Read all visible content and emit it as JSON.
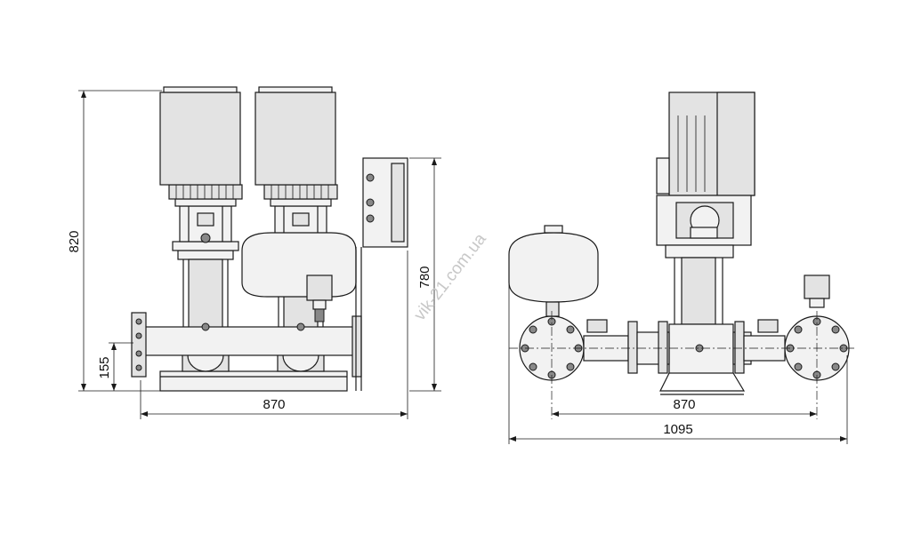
{
  "dimensions": {
    "front_height_total": "820",
    "front_height_panel": "780",
    "front_height_inlet": "155",
    "front_width": "870",
    "side_width_flanges": "870",
    "side_width_total": "1095"
  },
  "watermark": "vik-21.com.ua",
  "colors": {
    "line": "#1a1a1a",
    "body_fill": "#e3e3e3",
    "light_fill": "#f2f2f2",
    "watermark": "#c8c8c8"
  }
}
